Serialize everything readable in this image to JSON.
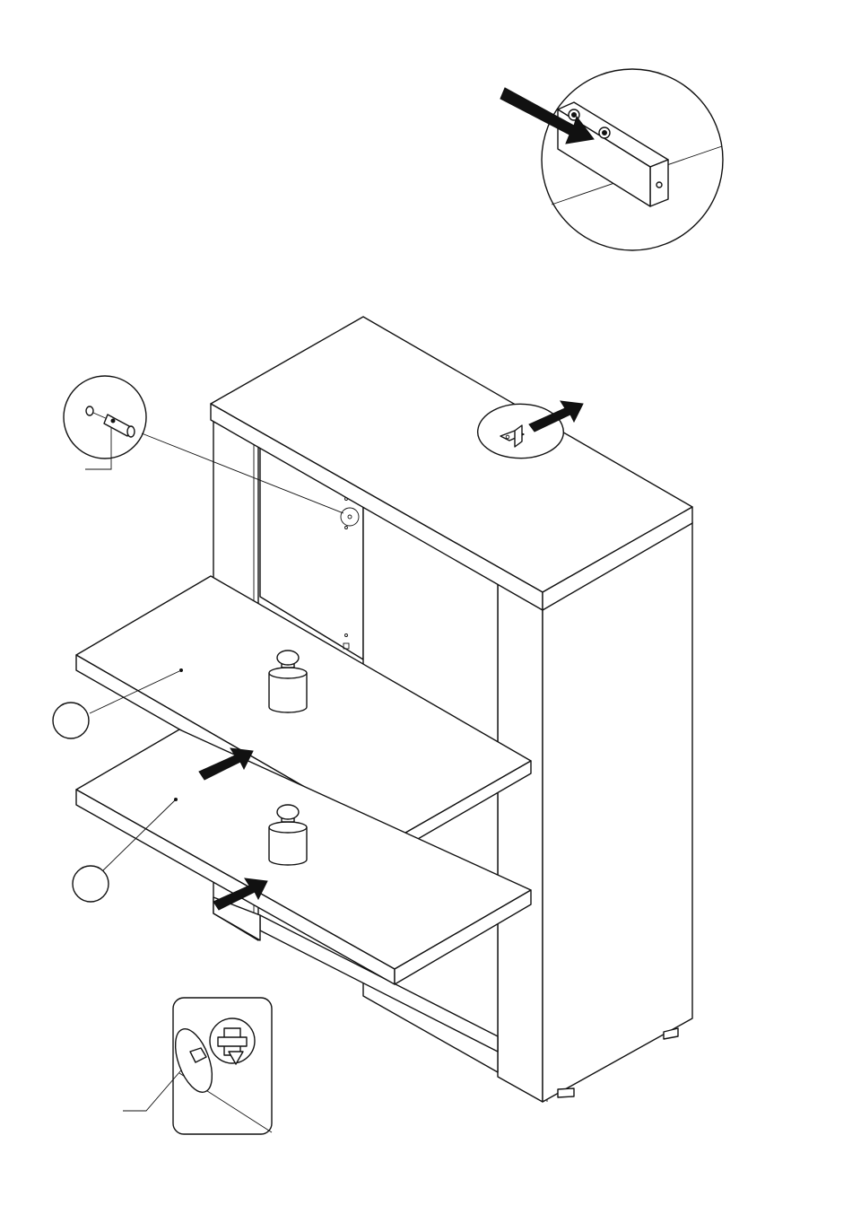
{
  "diagram": {
    "type": "assembly-instruction",
    "step_text": "",
    "parts": [
      {
        "id": "shelf-upper",
        "callout": ""
      },
      {
        "id": "shelf-lower",
        "callout": ""
      }
    ],
    "details": [
      {
        "id": "wall-bracket-detail",
        "icon": "l-bracket-icon"
      },
      {
        "id": "shelf-pin-detail",
        "icon": "shelf-pin-icon"
      },
      {
        "id": "cam-lock-detail",
        "icon": "cam-lock-icon"
      }
    ],
    "arrows": [
      {
        "id": "bracket-push-arrow",
        "icon": "arrow-right-icon"
      },
      {
        "id": "top-bracket-arrow",
        "icon": "arrow-up-right-icon"
      },
      {
        "id": "upper-shelf-arrow",
        "icon": "arrow-up-right-icon"
      },
      {
        "id": "lower-shelf-arrow",
        "icon": "arrow-up-right-icon"
      }
    ],
    "weights": [
      {
        "id": "weight-upper",
        "icon": "weight-icon"
      },
      {
        "id": "weight-lower",
        "icon": "weight-icon"
      }
    ],
    "colors": {
      "line": "#111111",
      "fill": "#ffffff"
    }
  }
}
